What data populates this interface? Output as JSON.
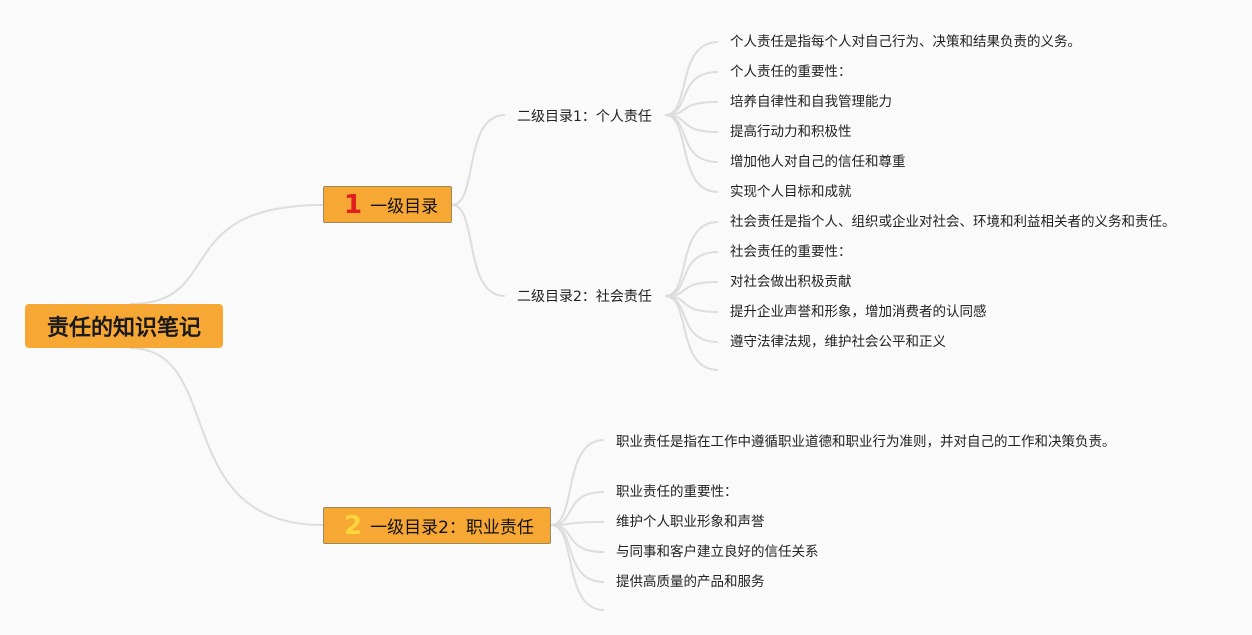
{
  "root": {
    "title": "责任的知识笔记"
  },
  "branches": [
    {
      "number": "1",
      "label": "一级目录",
      "children": [
        {
          "label": "二级目录1：个人责任",
          "items": [
            "个人责任是指每个人对自己行为、决策和结果负责的义务。",
            "个人责任的重要性：",
            "培养自律性和自我管理能力",
            "提高行动力和积极性",
            "增加他人对自己的信任和尊重",
            "实现个人目标和成就"
          ]
        },
        {
          "label": "二级目录2：社会责任",
          "items": [
            "社会责任是指个人、组织或企业对社会、环境和利益相关者的义务和责任。",
            "社会责任的重要性：",
            "对社会做出积极贡献",
            "提升企业声誉和形象，增加消费者的认同感",
            "遵守法律法规，维护社会公平和正义"
          ]
        }
      ]
    },
    {
      "number": "2",
      "label": "一级目录2：职业责任",
      "items": [
        "职业责任是指在工作中遵循职业道德和职业行为准则，并对自己的工作和决策负责。",
        "职业责任的重要性：",
        "维护个人职业形象和声誉",
        "与同事和客户建立良好的信任关系",
        "提供高质量的产品和服务"
      ]
    }
  ],
  "colors": {
    "node_fill": "#f7a733",
    "number_1": "#e02020",
    "number_2": "#ffd53d",
    "connector": "#dddddd"
  }
}
